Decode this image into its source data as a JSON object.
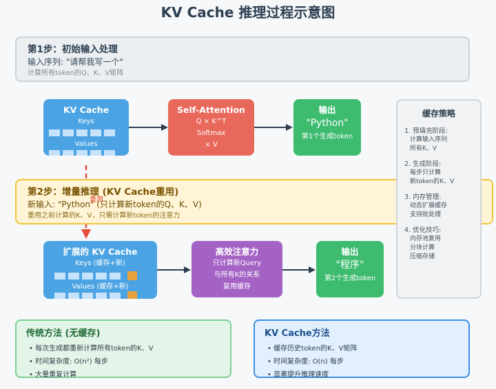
{
  "title": "KV Cache 推理过程示意图",
  "step1": {
    "title": "第1步：初始输入处理",
    "input": "输入序列: \"请帮我写一个\"",
    "note": "计算所有token的Q、K、V矩阵"
  },
  "row1": {
    "kv_cache": {
      "title": "KV Cache",
      "keys": "Keys",
      "values": "Values"
    },
    "attention": {
      "title": "Self-Attention",
      "line1": "Q × K^T",
      "line2": "Softmax",
      "line3": "× V"
    },
    "output": {
      "title": "输出",
      "token": "\"Python\"",
      "note": "第1个生成token"
    }
  },
  "step2": {
    "title": "第2步：增量推理 (KV Cache重用)",
    "input": "新输入: \"Python\" (只计算新token的Q、K、V)",
    "note": "重用之前计算的K、V，只需计算新token的注意力"
  },
  "reuse_label": "重用",
  "row2": {
    "kv_cache": {
      "title": "扩展的 KV Cache",
      "keys": "Keys (缓存+新)",
      "values": "Values (缓存+新)"
    },
    "attention": {
      "title": "高效注意力",
      "line1": "只计算新Query",
      "line2": "与所有K的关系",
      "line3": "复用缓存"
    },
    "output": {
      "title": "输出",
      "token": "\"程序\"",
      "note": "第2个生成token"
    }
  },
  "strategy": {
    "title": "缓存策略",
    "items": [
      {
        "head": "1. 预填充阶段:",
        "lines": [
          "计算输入序列",
          "所有K、V"
        ]
      },
      {
        "head": "2. 生成阶段:",
        "lines": [
          "每步只计算",
          "新token的K、V"
        ]
      },
      {
        "head": "3. 内存管理:",
        "lines": [
          "动态扩展缓存",
          "支持批处理"
        ]
      },
      {
        "head": "4. 优化技巧:",
        "lines": [
          "内存池复用",
          "分块计算",
          "压缩存储"
        ]
      }
    ]
  },
  "traditional": {
    "title": "传统方法 (无缓存)",
    "bullets": [
      "• 每次生成都重新计算所有token的K、V",
      "• 时间复杂度: O(n²) 每步",
      "• 大量重复计算"
    ]
  },
  "kvmethod": {
    "title": "KV Cache方法",
    "bullets": [
      "• 缓存历史token的K、V矩阵",
      "• 时间复杂度: O(n) 每步",
      "• 显著提升推理速度"
    ]
  },
  "colors": {
    "cache_blue": "#4ba3e3",
    "attention_red": "#e8685c",
    "output_green": "#3dbb6f",
    "efficient_purple": "#a463c4",
    "new_cell_orange": "#e6a23c",
    "step2_yellow": "#fff5d6",
    "reuse_red": "#e74c3c"
  }
}
